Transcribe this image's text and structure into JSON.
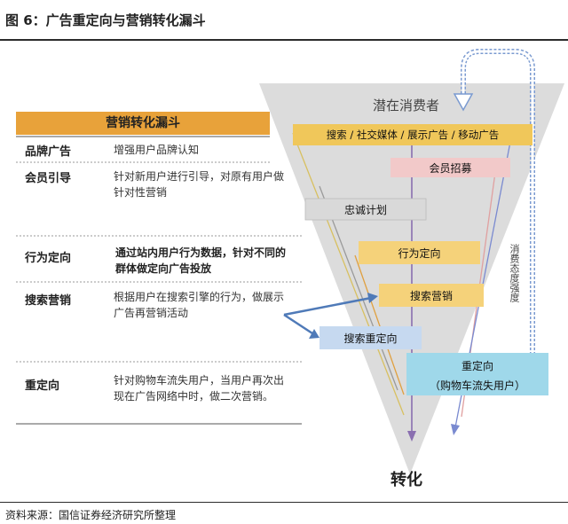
{
  "title": "图 6：广告重定向与营销转化漏斗",
  "table": {
    "header": "营销转化漏斗",
    "rows": [
      {
        "label": "品牌广告",
        "desc": "增强用户品牌认知"
      },
      {
        "label": "会员引导",
        "desc": "针对新用户进行引导，对原有用户做针对性营销"
      },
      {
        "label": "行为定向",
        "desc": "通过站内用户行为数据，针对不同的群体做定向广告投放"
      },
      {
        "label": "搜索营销",
        "desc": "根据用户在搜索引擎的行为，做展示广告再营销活动"
      },
      {
        "label": "重定向",
        "desc": "针对购物车流失用户，当用户再次出现在广告网络中时，做二次营销。"
      }
    ]
  },
  "funnel": {
    "top_label": "潜在消费者",
    "bottom_label": "转化",
    "loop_label": "消费态度强度",
    "boxes": {
      "search_social": "搜索 / 社交媒体 / 展示广告 / 移动广告",
      "member": "会员招募",
      "loyalty": "忠诚计划",
      "behavior": "行为定向",
      "search_marketing": "搜索营销",
      "search_retarget": "搜索重定向",
      "retarget_line1": "重定向",
      "retarget_line2": "（购物车流失用户）"
    }
  },
  "colors": {
    "header_bar": "#e8a23a",
    "search_social_box": "#f0c75a",
    "member_box": "#f2c9c9",
    "loyalty_box": "#d9d9d9",
    "behavior_box": "#f5d27a",
    "search_marketing_box": "#f5d27a",
    "search_retarget_box": "#c6d9f0",
    "retarget_box": "#9fd8ea",
    "funnel_fill": "#dcdcdc"
  },
  "source": "资料来源：国信证券经济研究所整理"
}
